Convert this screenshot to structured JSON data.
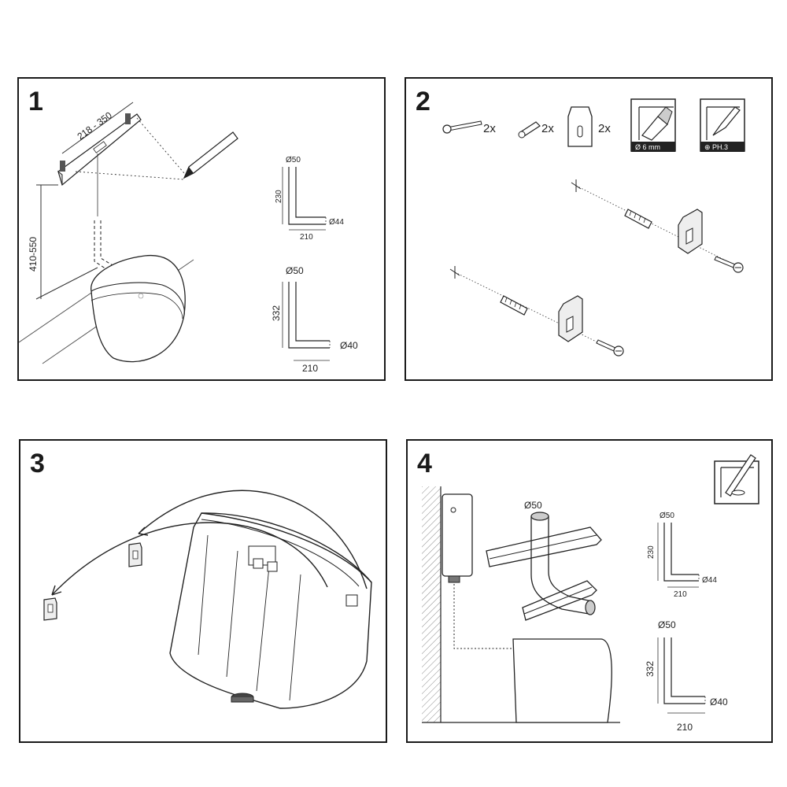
{
  "steps": [
    {
      "number": "1"
    },
    {
      "number": "2"
    },
    {
      "number": "3"
    },
    {
      "number": "4"
    }
  ],
  "step1": {
    "width_range": "218 - 350",
    "height_range": "410-550",
    "pipe_a": {
      "top_dia": "Ø50",
      "height": "230",
      "bottom_dia": "Ø44",
      "length": "210"
    },
    "pipe_b": {
      "top_dia": "Ø50",
      "height": "332",
      "bottom_dia": "Ø40",
      "length": "210"
    }
  },
  "step2": {
    "parts": [
      {
        "icon": "screw-icon",
        "qty": "2x"
      },
      {
        "icon": "wall-plug-icon",
        "qty": "2x"
      },
      {
        "icon": "bracket-icon",
        "qty": "2x"
      }
    ],
    "drill_label": "Ø 6 mm",
    "screwdriver_label": "⊕ PH.3"
  },
  "step4": {
    "pipe_dia_label": "Ø50",
    "pipe_a": {
      "top_dia": "Ø50",
      "height": "230",
      "bottom_dia": "Ø44",
      "length": "210"
    },
    "pipe_b": {
      "top_dia": "Ø50",
      "height": "332",
      "bottom_dia": "Ø40",
      "length": "210"
    }
  }
}
